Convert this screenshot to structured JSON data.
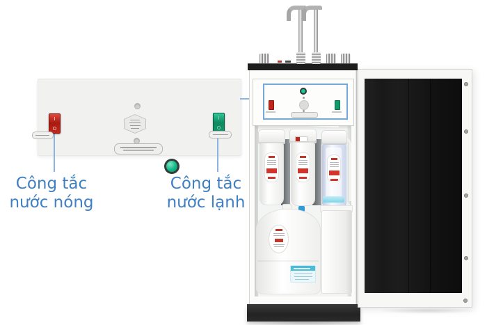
{
  "annotations": {
    "hot": {
      "line1": "Công tắc",
      "line2": "nước nóng"
    },
    "cold": {
      "line1": "Công tắc",
      "line2": "nước lạnh"
    }
  },
  "panel": {
    "switch_on_marking": "I",
    "switch_off_marking": "O"
  },
  "colors": {
    "annotation_blue": "#4080c2",
    "callout_blue": "#74a9da",
    "led_green": "#11b586",
    "hot_switch_red": "#c5271b",
    "cold_switch_green": "#11966b",
    "door_panel_black": "#141414",
    "counter_black": "#1e1e1e",
    "sticker_cyan": "#49bcd8",
    "filter_label_red": "#d0342a"
  }
}
